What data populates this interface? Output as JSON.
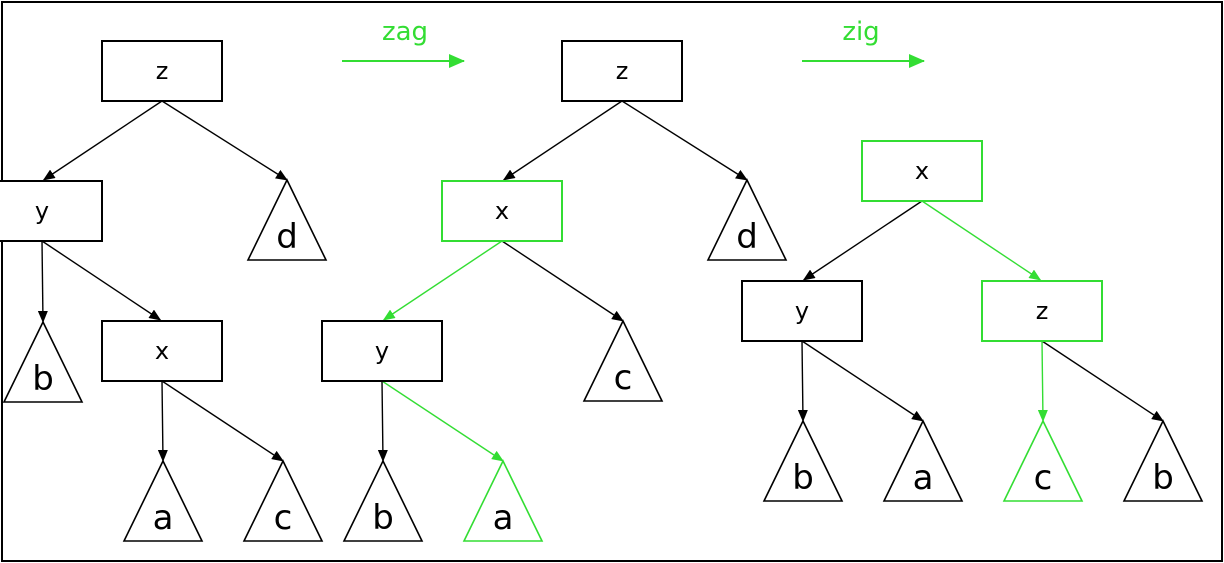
{
  "colors": {
    "line": "#000000",
    "highlight": "#33dd33",
    "background": "#ffffff"
  },
  "operations": [
    {
      "id": "op1",
      "label": "zag"
    },
    {
      "id": "op2",
      "label": "zig"
    }
  ],
  "trees": [
    {
      "id": "tree1",
      "nodes": [
        {
          "id": "t1-z",
          "label": "z",
          "kind": "box"
        },
        {
          "id": "t1-y",
          "label": "y",
          "kind": "box"
        },
        {
          "id": "t1-d",
          "label": "d",
          "kind": "leaf"
        },
        {
          "id": "t1-b",
          "label": "b",
          "kind": "leaf"
        },
        {
          "id": "t1-x",
          "label": "x",
          "kind": "box"
        },
        {
          "id": "t1-a",
          "label": "a",
          "kind": "leaf"
        },
        {
          "id": "t1-c",
          "label": "c",
          "kind": "leaf"
        }
      ],
      "edges": [
        {
          "from": "t1-z",
          "to": "t1-y"
        },
        {
          "from": "t1-z",
          "to": "t1-d"
        },
        {
          "from": "t1-y",
          "to": "t1-b"
        },
        {
          "from": "t1-y",
          "to": "t1-x"
        },
        {
          "from": "t1-x",
          "to": "t1-a"
        },
        {
          "from": "t1-x",
          "to": "t1-c"
        }
      ]
    },
    {
      "id": "tree2",
      "nodes": [
        {
          "id": "t2-z",
          "label": "z",
          "kind": "box"
        },
        {
          "id": "t2-x",
          "label": "x",
          "kind": "box",
          "highlight": true
        },
        {
          "id": "t2-d",
          "label": "d",
          "kind": "leaf"
        },
        {
          "id": "t2-y",
          "label": "y",
          "kind": "box"
        },
        {
          "id": "t2-c",
          "label": "c",
          "kind": "leaf"
        },
        {
          "id": "t2-b",
          "label": "b",
          "kind": "leaf"
        },
        {
          "id": "t2-a",
          "label": "a",
          "kind": "leaf",
          "highlight": true
        }
      ],
      "edges": [
        {
          "from": "t2-z",
          "to": "t2-x"
        },
        {
          "from": "t2-z",
          "to": "t2-d"
        },
        {
          "from": "t2-x",
          "to": "t2-y",
          "highlight": true
        },
        {
          "from": "t2-x",
          "to": "t2-c"
        },
        {
          "from": "t2-y",
          "to": "t2-b"
        },
        {
          "from": "t2-y",
          "to": "t2-a",
          "highlight": true
        }
      ]
    },
    {
      "id": "tree3",
      "nodes": [
        {
          "id": "t3-x",
          "label": "x",
          "kind": "box",
          "highlight": true
        },
        {
          "id": "t3-y",
          "label": "y",
          "kind": "box"
        },
        {
          "id": "t3-z",
          "label": "z",
          "kind": "box",
          "highlight": true
        },
        {
          "id": "t3-b1",
          "label": "b",
          "kind": "leaf"
        },
        {
          "id": "t3-a",
          "label": "a",
          "kind": "leaf"
        },
        {
          "id": "t3-c",
          "label": "c",
          "kind": "leaf",
          "highlight": true
        },
        {
          "id": "t3-b2",
          "label": "b",
          "kind": "leaf"
        }
      ],
      "edges": [
        {
          "from": "t3-x",
          "to": "t3-y"
        },
        {
          "from": "t3-x",
          "to": "t3-z",
          "highlight": true
        },
        {
          "from": "t3-y",
          "to": "t3-b1"
        },
        {
          "from": "t3-y",
          "to": "t3-a"
        },
        {
          "from": "t3-z",
          "to": "t3-c",
          "highlight": true
        },
        {
          "from": "t3-z",
          "to": "t3-b2"
        }
      ]
    }
  ]
}
